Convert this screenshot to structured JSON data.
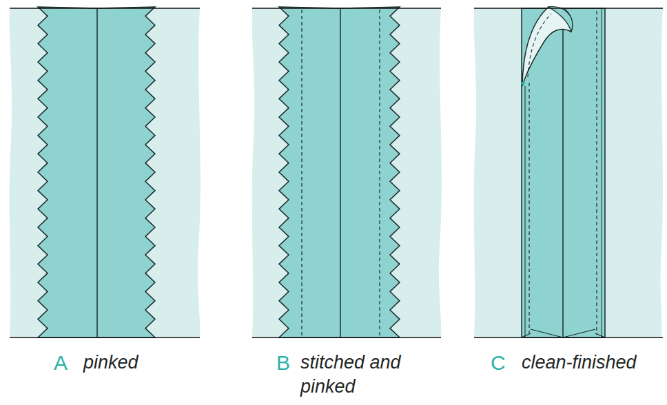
{
  "diagram": {
    "labels": [
      "A",
      "pinked",
      "B",
      "stitched and pinked",
      "C",
      "clean-finished"
    ]
  }
}
